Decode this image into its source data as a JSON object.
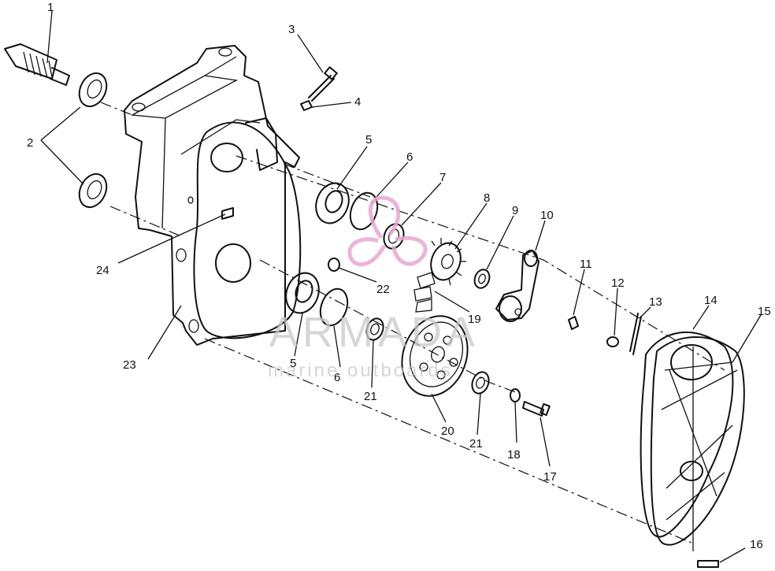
{
  "watermark": {
    "brand": "ARMADA",
    "tagline": "marine outboards",
    "logo_color": "#e9a6d2",
    "text_color": "#c8c8c8"
  },
  "callouts": [
    {
      "id": "1",
      "text": "1"
    },
    {
      "id": "2",
      "text": "2"
    },
    {
      "id": "3",
      "text": "3"
    },
    {
      "id": "4",
      "text": "4"
    },
    {
      "id": "5a",
      "text": "5"
    },
    {
      "id": "6a",
      "text": "6"
    },
    {
      "id": "7",
      "text": "7"
    },
    {
      "id": "8",
      "text": "8"
    },
    {
      "id": "9",
      "text": "9"
    },
    {
      "id": "10",
      "text": "10"
    },
    {
      "id": "11",
      "text": "11"
    },
    {
      "id": "12",
      "text": "12"
    },
    {
      "id": "13",
      "text": "13"
    },
    {
      "id": "14",
      "text": "14"
    },
    {
      "id": "15",
      "text": "15"
    },
    {
      "id": "16",
      "text": "16"
    },
    {
      "id": "17",
      "text": "17"
    },
    {
      "id": "18",
      "text": "18"
    },
    {
      "id": "19",
      "text": "19"
    },
    {
      "id": "20",
      "text": "20"
    },
    {
      "id": "21a",
      "text": "21"
    },
    {
      "id": "21b",
      "text": "21"
    },
    {
      "id": "22",
      "text": "22"
    },
    {
      "id": "23",
      "text": "23"
    },
    {
      "id": "24",
      "text": "24"
    },
    {
      "id": "5b",
      "text": "5"
    },
    {
      "id": "6b",
      "text": "6"
    }
  ]
}
